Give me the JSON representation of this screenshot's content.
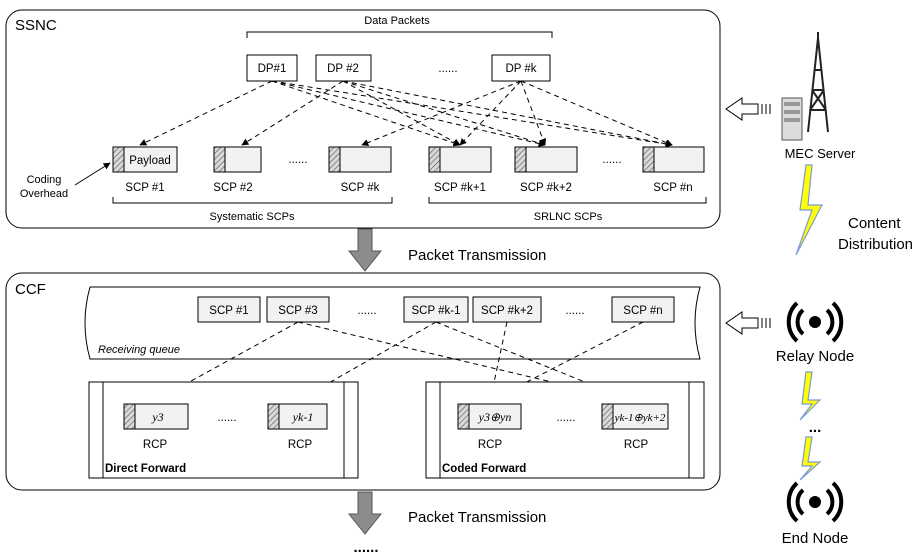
{
  "ssnc": {
    "label": "SSNC",
    "data_packets_label": "Data Packets",
    "dps": [
      "DP#1",
      "DP #2",
      "DP #k"
    ],
    "dp_ellipsis": "......",
    "payload_label": "Payload",
    "scp_labels": [
      "SCP #1",
      "SCP #2",
      "SCP #k",
      "SCP #k+1",
      "SCP #k+2",
      "SCP #n"
    ],
    "scp_ellipsis_1": "......",
    "scp_ellipsis_2": "......",
    "coding_overhead_line1": "Coding",
    "coding_overhead_line2": "Overhead",
    "systematic_label": "Systematic SCPs",
    "srlnc_label": "SRLNC SCPs"
  },
  "transmission_1": "Packet Transmission",
  "ccf": {
    "label": "CCF",
    "queue_items": [
      "SCP #1",
      "SCP #3",
      "SCP #k-1",
      "SCP #k+2",
      "SCP #n"
    ],
    "queue_ellipsis_1": "......",
    "queue_ellipsis_2": "......",
    "receiving_queue_label": "Receiving queue",
    "direct_forward_label": "Direct Forward",
    "coded_forward_label": "Coded Forward",
    "rcp_label": "RCP",
    "rcp_ellipsis": "......",
    "direct_rcps": [
      "y3",
      "yk-1"
    ],
    "coded_rcps": [
      "y3⊕yn",
      "yk-1⊕yk+2"
    ]
  },
  "transmission_2": "Packet Transmission",
  "bottom_ellipsis": "......",
  "right": {
    "mec_server": "MEC Server",
    "content_line1": "Content",
    "content_line2": "Distribution",
    "relay_node": "Relay Node",
    "relay_ellipsis": "...",
    "end_node": "End Node"
  }
}
